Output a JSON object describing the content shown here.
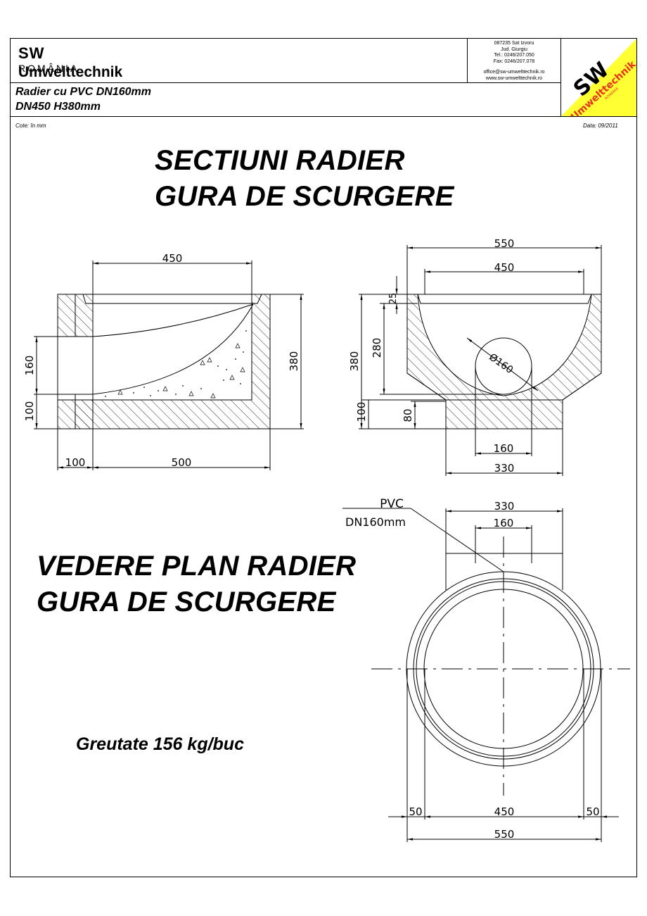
{
  "header": {
    "logo_line1": "SW",
    "logo_line2": "ROMÂNIA",
    "logo_line3": "Umwelttechnik",
    "product_line1": "Radier cu PVC DN160mm",
    "product_line2": "DN450 H380mm",
    "address": [
      "087235 Sat Izvoru",
      "Jud. Giurgiu",
      "Tel.: 0246/207.050",
      "Fax: 0246/207.078"
    ],
    "contact": [
      "office@sw-umwelttechnik.ro",
      "www.sw-umwelttechnik.ro"
    ],
    "badge_sw": "SW",
    "badge_name": "Umwelttechnik",
    "badge_country": "ROMÂNIA",
    "badge_color": "#ffff33",
    "badge_text_color": "#e8341c"
  },
  "meta": {
    "units": "Cote: în mm",
    "date": "Data: 09/2011"
  },
  "titles": {
    "sections_line1": "SECTIUNI RADIER",
    "sections_line2": "GURA DE SCURGERE",
    "plan_line1": "VEDERE PLAN RADIER",
    "plan_line2": "GURA DE SCURGERE"
  },
  "weight": "Greutate 156 kg/buc",
  "dimensions": {
    "left_section": {
      "top_width": "450",
      "height": "380",
      "pipe": "160",
      "base": "100",
      "wall": "100",
      "length": "500"
    },
    "right_section": {
      "outer": "550",
      "inner": "450",
      "rim": "25",
      "depth": "280",
      "height": "380",
      "base": "100",
      "offset": "80",
      "pipe_dia": "Ø160",
      "pipe": "160",
      "base_width": "330"
    },
    "plan": {
      "label_line1": "PVC",
      "label_line2": "DN160mm",
      "width_top": "330",
      "pipe": "160",
      "wall_left": "50",
      "inner": "450",
      "wall_right": "50",
      "outer": "550"
    }
  }
}
